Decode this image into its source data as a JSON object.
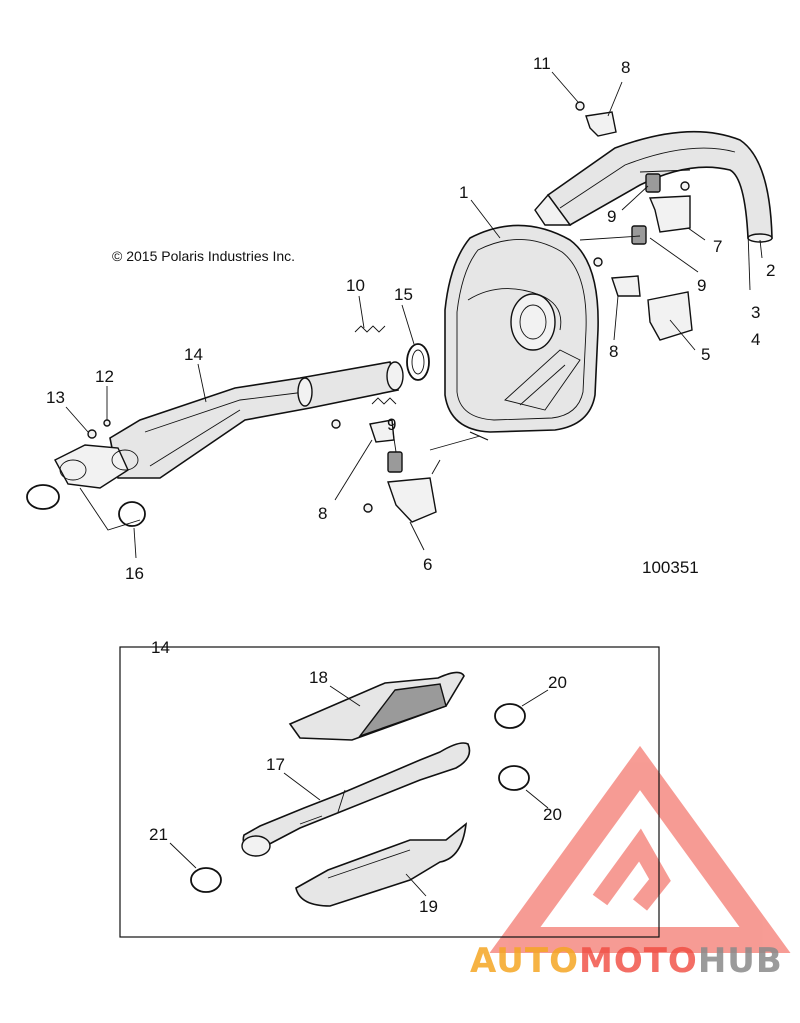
{
  "copyright": "© 2015 Polaris Industries Inc.",
  "drawing_number": "100351",
  "callouts": {
    "c1": "1",
    "c2": "2",
    "c3": "3",
    "c4": "4",
    "c5": "5",
    "c6": "6",
    "c7": "7",
    "c8a": "8",
    "c8b": "8",
    "c8c": "8",
    "c9a": "9",
    "c9b": "9",
    "c9c": "9",
    "c10": "10",
    "c11": "11",
    "c12": "12",
    "c13": "13",
    "c14": "14",
    "c15": "15",
    "c16": "16",
    "c14box": "14",
    "c17": "17",
    "c18": "18",
    "c19": "19",
    "c20a": "20",
    "c20b": "20",
    "c21": "21"
  },
  "watermark": {
    "part1": "AUTO",
    "part2": "MOTO",
    "part3": "HUB",
    "color_red": "#f04a3e",
    "color_orange": "#f5a623",
    "color_gray": "#8a8a8a"
  }
}
